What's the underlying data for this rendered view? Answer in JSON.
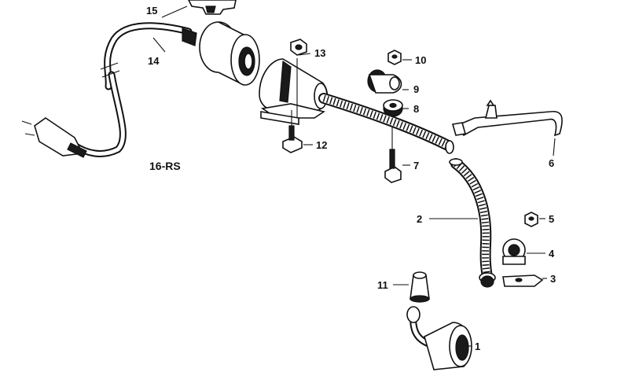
{
  "diagram": {
    "group_label": "16-RS",
    "callouts": [
      "1",
      "2",
      "3",
      "4",
      "5",
      "6",
      "7",
      "8",
      "9",
      "10",
      "11",
      "12",
      "13",
      "14",
      "15"
    ]
  }
}
